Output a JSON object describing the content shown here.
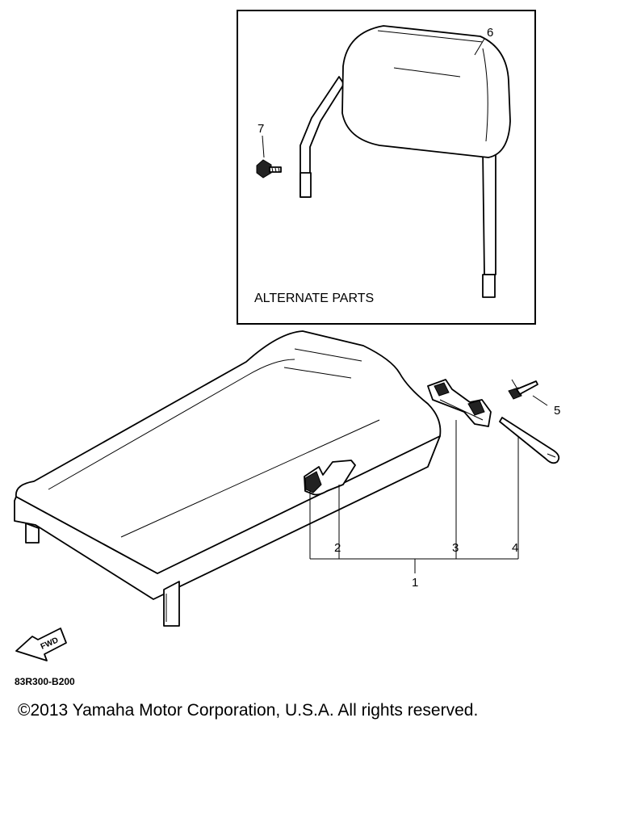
{
  "alternate_parts_label": "ALTERNATE PARTS",
  "callouts": {
    "c1": "1",
    "c2": "2",
    "c3": "3",
    "c4": "4",
    "c5": "5",
    "c6": "6",
    "c7": "7"
  },
  "front_arrow_label": "FWD",
  "diagram_code": "83R300-B200",
  "copyright": "©2013 Yamaha Motor Corporation, U.S.A. All rights reserved."
}
